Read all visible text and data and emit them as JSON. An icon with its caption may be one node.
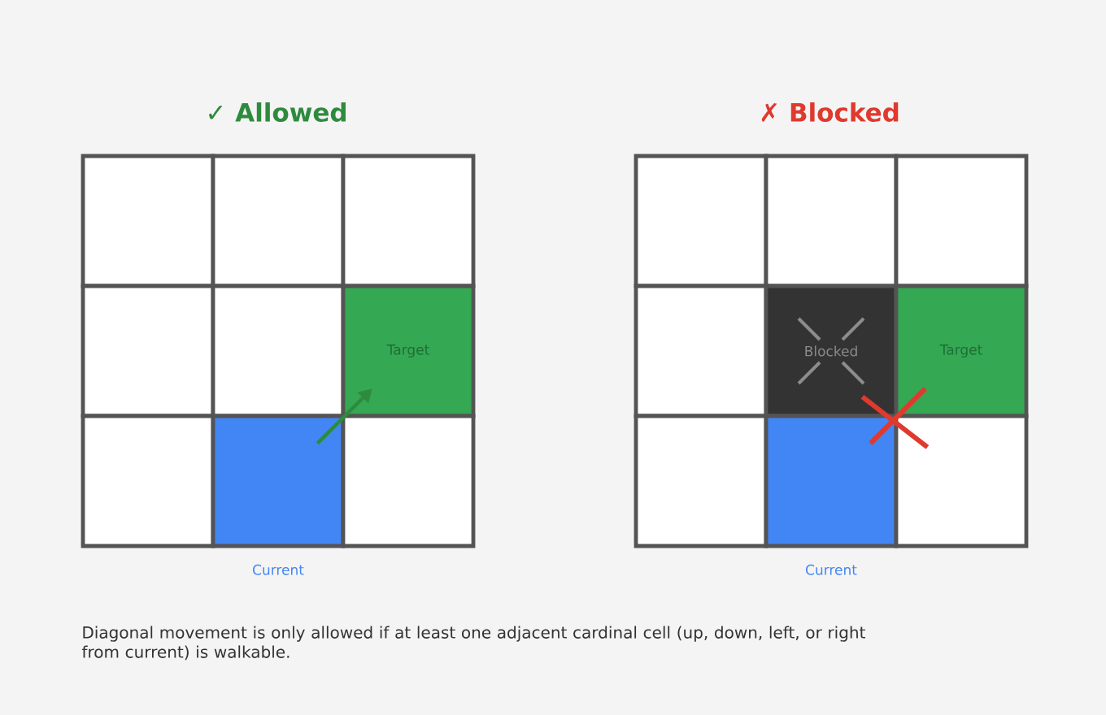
{
  "diagram": {
    "caption": "Diagonal movement is only allowed if at least one adjacent cardinal cell (up, down, left, or right from current) is walkable.",
    "nodes": [
      {
        "text": [],
        "shape": "box"
      },
      {
        "text": [],
        "shape": "box"
      },
      {
        "text": [],
        "shape": "box"
      },
      {
        "text": [],
        "shape": "box"
      },
      {
        "text": [],
        "shape": "box"
      },
      {
        "text": [
          "Target"
        ]
      },
      {
        "text": [],
        "shape": "box"
      },
      {
        "text": [],
        "shape": "box",
        "beside": [
          "Current"
        ]
      },
      {
        "text": [],
        "shape": "box"
      },
      {
        "text": [],
        "shape": "box"
      },
      {
        "text": [],
        "shape": "box"
      },
      {
        "text": [],
        "shape": "box"
      },
      {
        "text": [],
        "shape": "box"
      },
      {
        "text": [
          "Blocked"
        ]
      },
      {
        "text": [
          "Target"
        ]
      },
      {
        "text": [],
        "shape": "box"
      },
      {
        "text": [],
        "shape": "box",
        "beside": [
          "Current"
        ]
      },
      {
        "text": [],
        "shape": "box"
      }
    ],
    "edges": [
      {
        "from": 7,
        "to": 5,
        "arrow": "to",
        "color": "#2e8b3e"
      },
      {
        "from": 16,
        "to": 14,
        "arrow": "none",
        "color": "#e0392e"
      }
    ],
    "labels": [
      "✓ Allowed",
      "✗ Blocked"
    ]
  }
}
